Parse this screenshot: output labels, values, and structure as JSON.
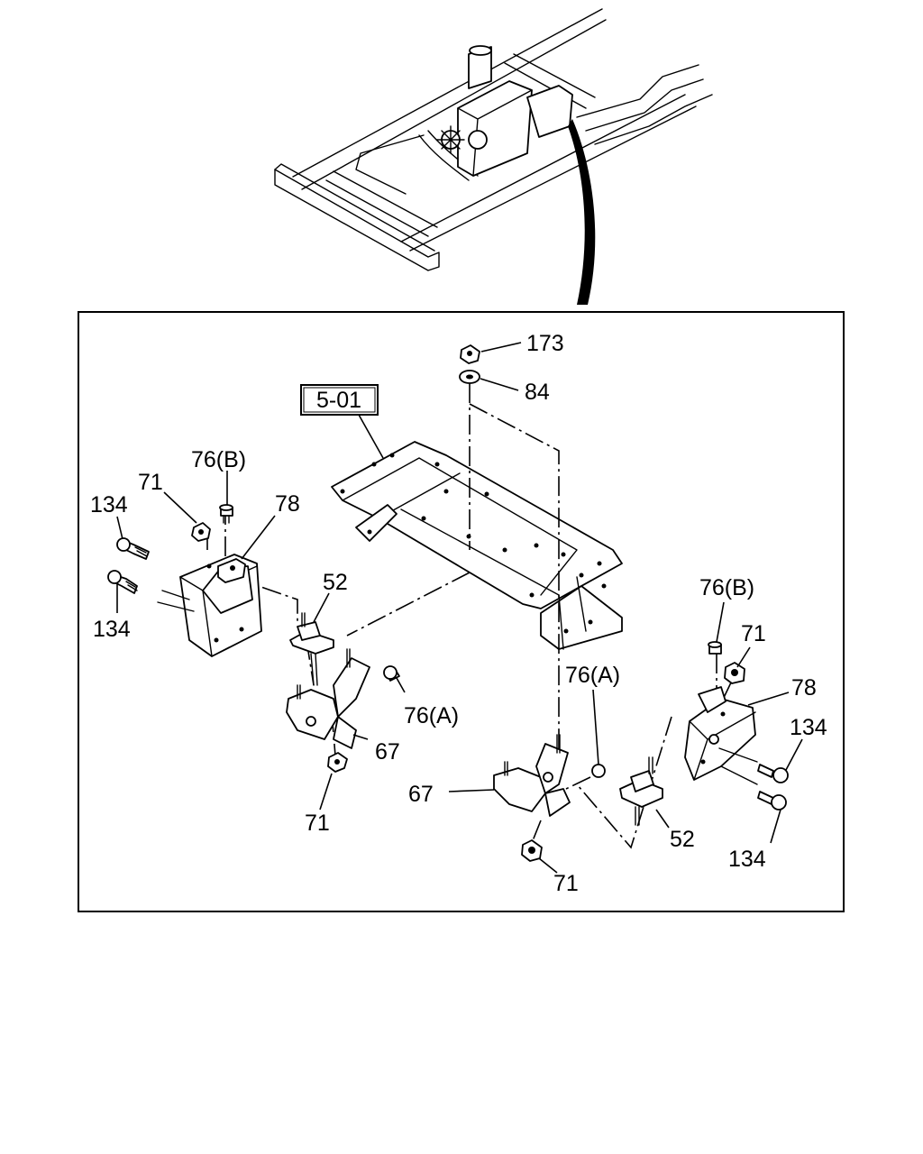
{
  "diagram": {
    "reference_box": "5-01",
    "callouts": {
      "c173": "173",
      "c84": "84",
      "c76b_left": "76(B)",
      "c71_left_top": "71",
      "c134_left_top": "134",
      "c78_left": "78",
      "c52_left": "52",
      "c134_left_bottom": "134",
      "c76a_left": "76(A)",
      "c67_left": "67",
      "c71_left_bottom": "71",
      "c76b_right": "76(B)",
      "c71_right_top": "71",
      "c78_right": "78",
      "c76a_right": "76(A)",
      "c134_right_top": "134",
      "c67_right": "67",
      "c52_right": "52",
      "c134_right_bottom": "134",
      "c71_right_bottom": "71"
    }
  }
}
